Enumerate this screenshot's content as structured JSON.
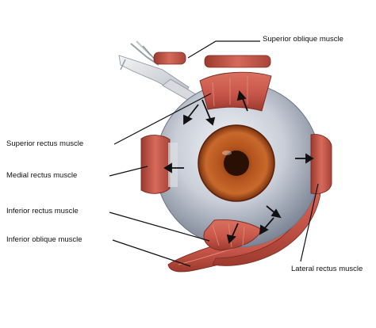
{
  "labels": {
    "superior_oblique": "Superior oblique muscle",
    "superior_rectus": "Superior rectus muscle",
    "medial_rectus": "Medial rectus muscle",
    "inferior_rectus": "Inferior rectus muscle",
    "inferior_oblique": "Inferior oblique muscle",
    "lateral_rectus": "Lateral rectus muscle"
  },
  "colors": {
    "muscle": "#c8574a",
    "muscle_dark": "#9c3a2e",
    "sclera": "#c9ced8",
    "iris": "#b5551f",
    "pupil": "#2a0f05",
    "leader_line": "#111111"
  }
}
